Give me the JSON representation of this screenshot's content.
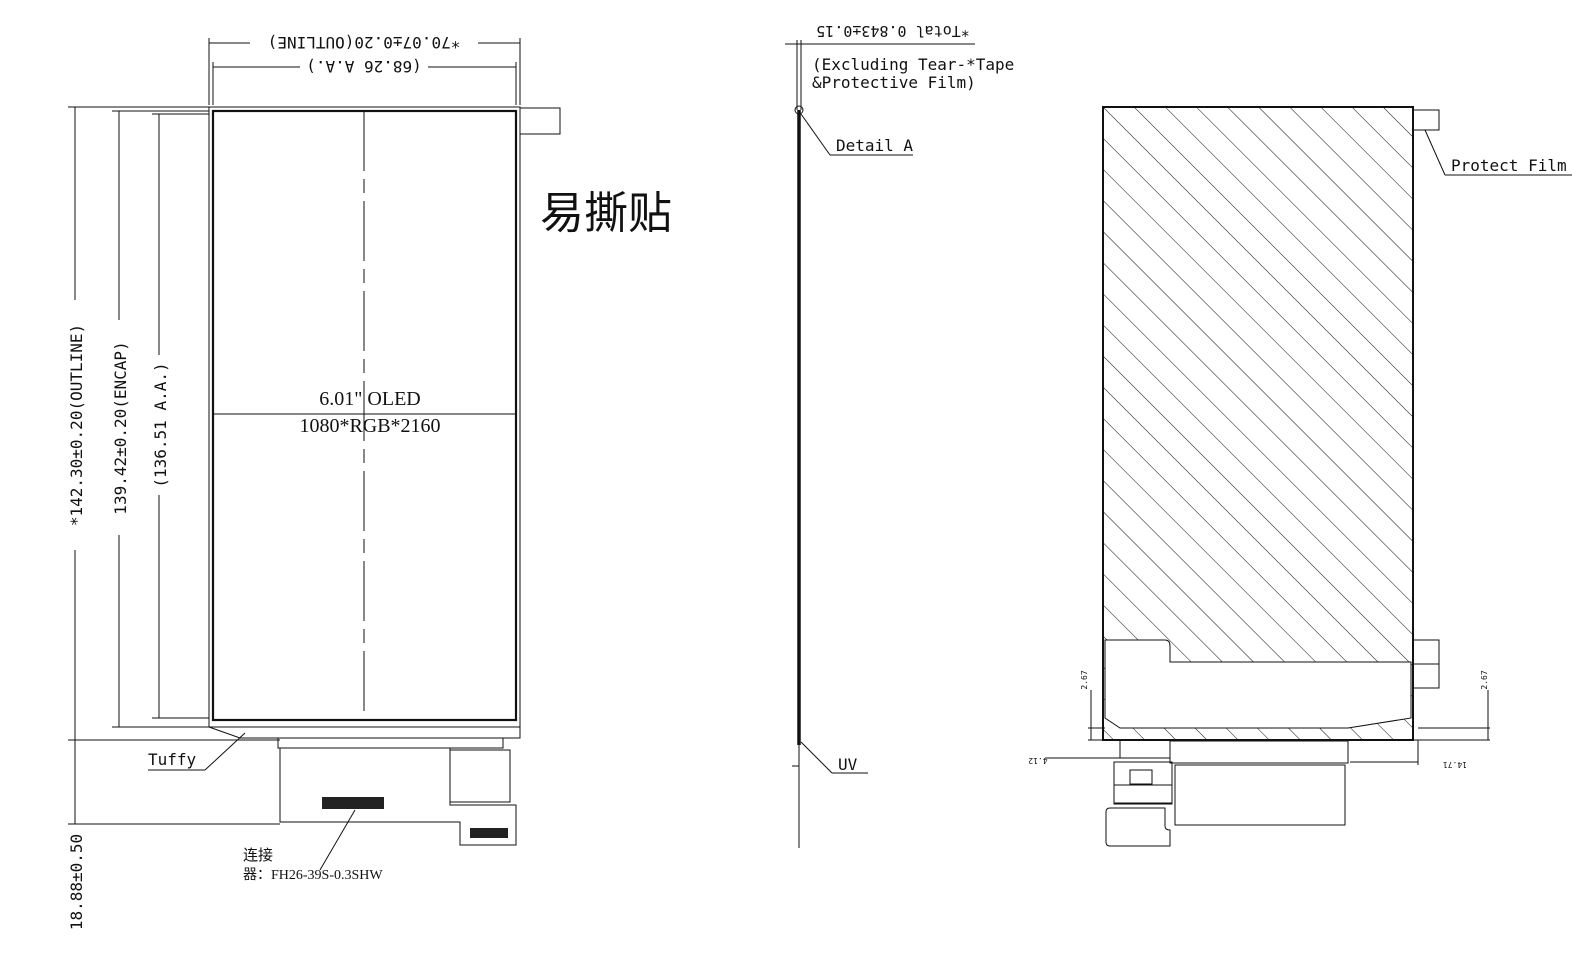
{
  "front_view": {
    "width_outline": "*70.07±0.20(OUTLINE)",
    "width_aa": "(68.26 A.A.)",
    "height_outline": "*142.30±0.20(OUTLINE)",
    "height_encap": "139.42±0.20(ENCAP)",
    "height_aa": "(136.51 A.A.)",
    "fpc_length": "18.88±0.50",
    "tear_tape_label": "易撕贴",
    "panel_size": "6.01\" OLED",
    "resolution": "1080*RGB*2160",
    "tuffy_label": "Tuffy",
    "connector_label_1": "连接",
    "connector_label_2": "器：FH26-39S-0.3SHW"
  },
  "side_view": {
    "thickness": "*Total 0.843±0.15",
    "note_1": "(Excluding Tear-*Tape",
    "note_2": "&Protective Film)",
    "detail_label": "Detail A",
    "uv_label": "UV"
  },
  "back_view": {
    "protect_film_label": "Protect Film",
    "dim_left": "2.67",
    "dim_right": "2.67",
    "dim_offset_left": "4.12",
    "dim_offset_right": "14.71"
  }
}
